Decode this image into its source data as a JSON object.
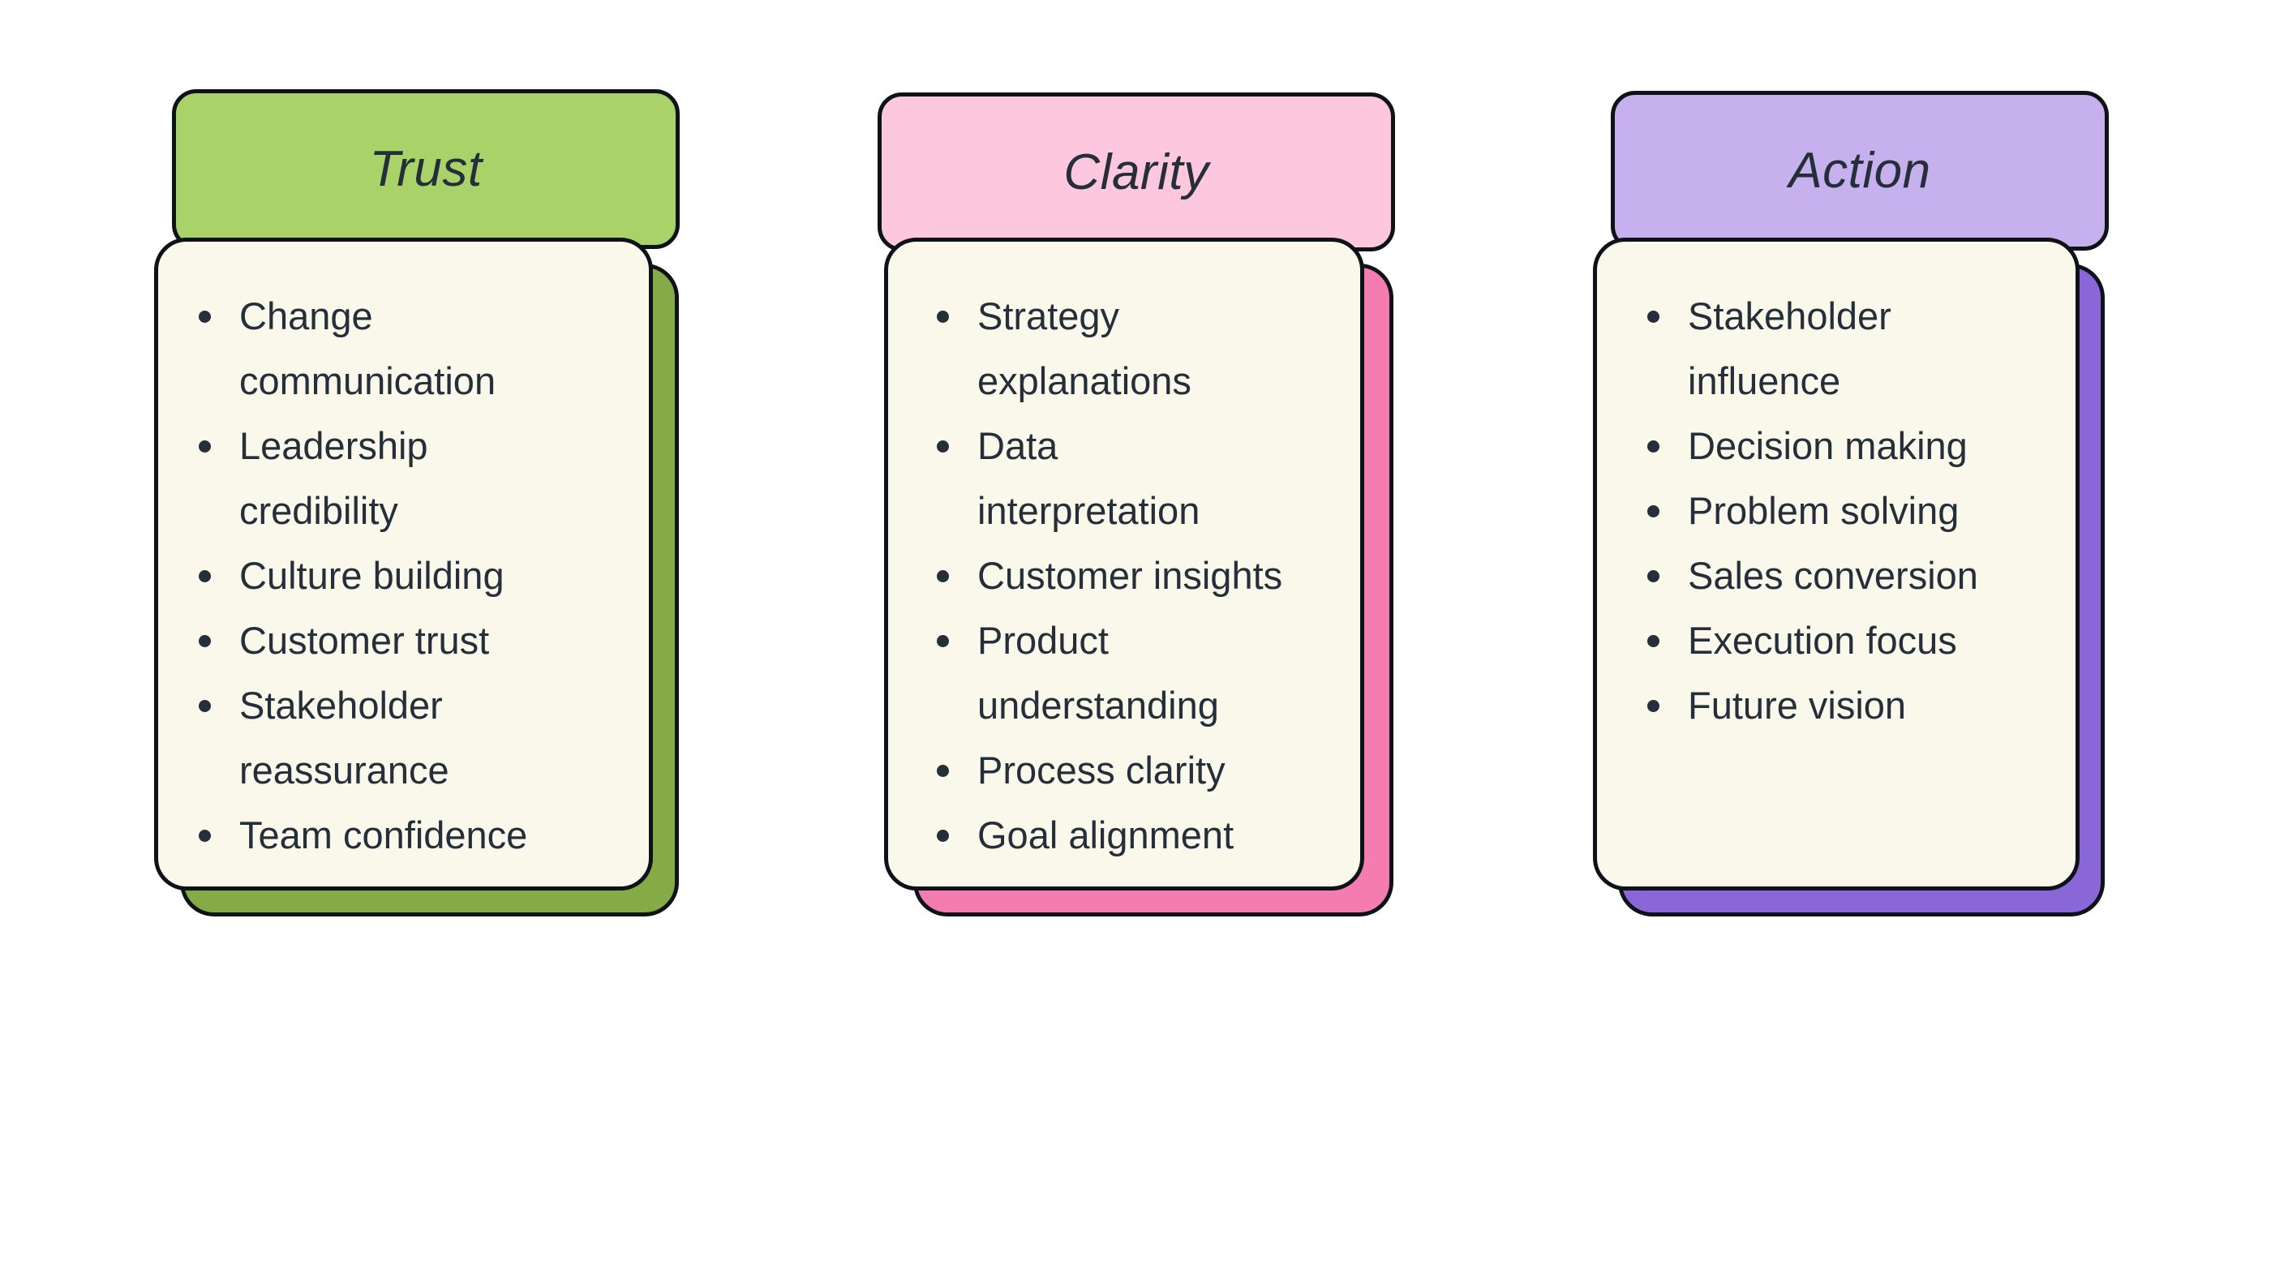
{
  "page": {
    "background": "#ffffff",
    "panel_color": "#faf7eb",
    "outline_color": "#0e1318",
    "text_color": "#242f39"
  },
  "cards": [
    {
      "id": "trust",
      "title": "Trust",
      "header_color": "#a9d368",
      "shadow_color": "#85ab47",
      "items": [
        "Change communication",
        "Leadership credibility",
        "Culture building",
        "Customer trust",
        "Stakeholder reassurance",
        "Team confidence"
      ]
    },
    {
      "id": "clarity",
      "title": "Clarity",
      "header_color": "#fdc8de",
      "shadow_color": "#f47cb0",
      "items": [
        "Strategy explanations",
        "Data interpretation",
        "Customer insights",
        "Product understanding",
        "Process clarity",
        "Goal alignment"
      ]
    },
    {
      "id": "action",
      "title": "Action",
      "header_color": "#c6b0ed",
      "shadow_color": "#8a67d8",
      "items": [
        "Stakeholder influence",
        "Decision making",
        "Problem solving",
        "Sales conversion",
        "Execution focus",
        "Future vision"
      ]
    }
  ]
}
